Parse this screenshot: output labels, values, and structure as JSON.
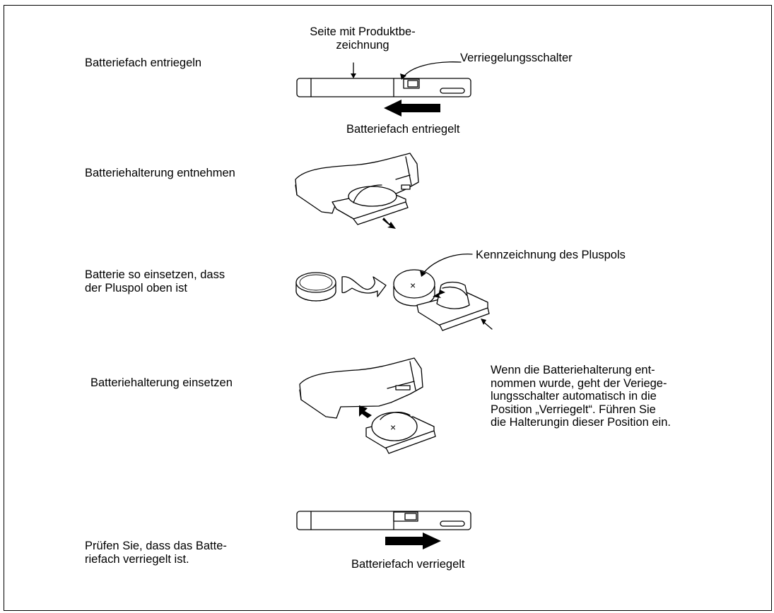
{
  "steps": {
    "unlock": "Batteriefach entriegeln",
    "remove_holder": "Batteriehalterung entnehmen",
    "insert_battery": "Batterie so einsetzen, dass\nder Pluspol oben ist",
    "insert_holder": "Batteriehalterung einsetzen",
    "check_locked": "Prüfen Sie, dass das Batte-\nriefach verriegelt ist."
  },
  "callouts": {
    "product_side": "Seite mit Produktbe-\nzeichnung",
    "lock_switch": "Verriegelungsschalter",
    "unlocked": "Batteriefach entriegelt",
    "plus_mark": "Kennzeichnung des Pluspols",
    "locked": "Batteriefach verriegelt"
  },
  "note": "Wenn die Batteriehalterung ent-\nnommen wurde, geht der Veriege-\nlungsschalter automatisch in die\nPosition „Verriegelt“. Führen Sie\ndie Halterungin dieser Position ein.",
  "icons": [
    "device-side-view-icon",
    "arrow-left-icon",
    "arrow-right-icon",
    "coin-battery-icon",
    "battery-holder-icon",
    "rotate-arrow-icon"
  ]
}
